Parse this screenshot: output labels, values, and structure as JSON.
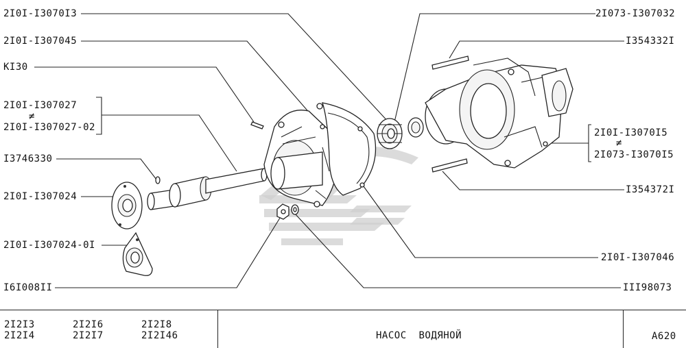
{
  "callouts": {
    "l1": "2I0I-I3070I3",
    "l2": "2I0I-I307045",
    "l3": "KI30",
    "l4a": "2I0I-I307027",
    "l4sep": "≠",
    "l4b": "2I0I-I307027-02",
    "l5": "I3746330",
    "l6": "2I0I-I307024",
    "l7": "2I0I-I307024-0I",
    "l8": "I6I008II",
    "r1": "2I073-I307032",
    "r2": "I354332I",
    "r3a": "2I0I-I3070I5",
    "r3sep": "≠",
    "r3b": "2I073-I3070I5",
    "r4": "I354372I",
    "r5": "2I0I-I307046",
    "r6": "III98073"
  },
  "footer": {
    "models": [
      "2I2I3",
      "2I2I4",
      "2I2I6",
      "2I2I7",
      "2I2I8",
      "2I2I46"
    ],
    "title": "НАСОС  ВОДЯНОЙ",
    "code": "A620"
  }
}
